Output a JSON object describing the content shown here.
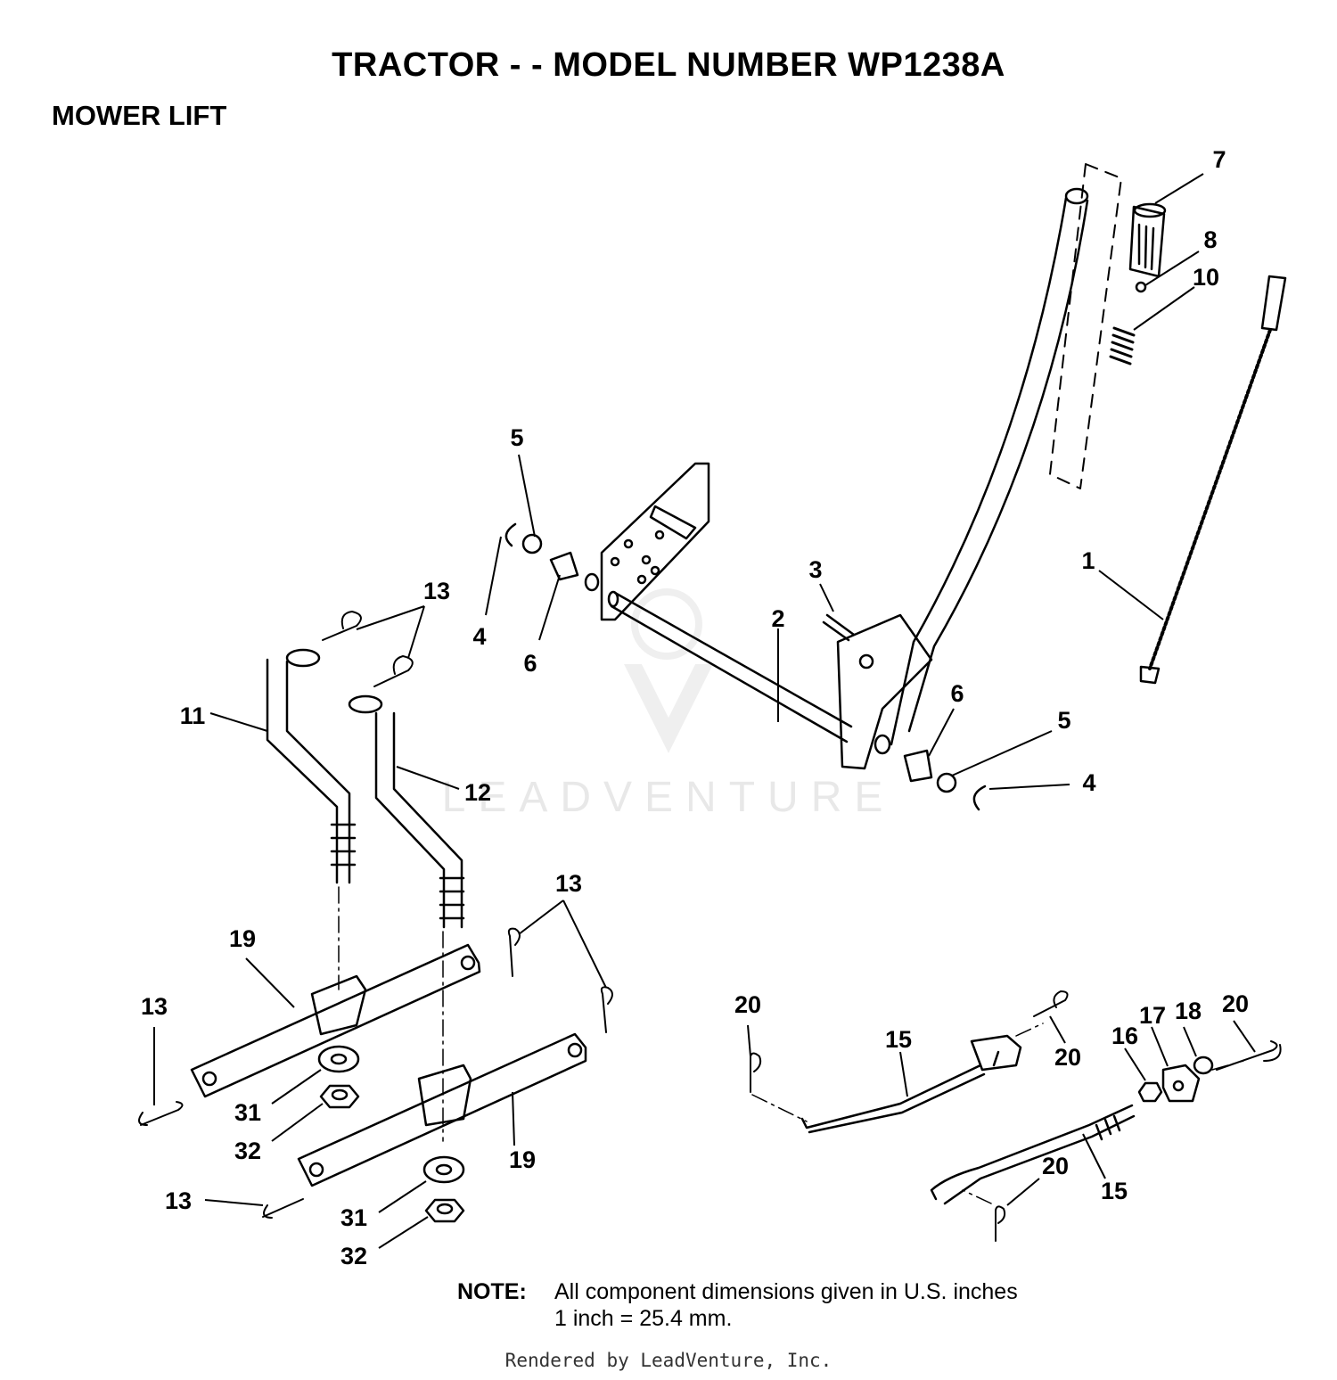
{
  "title": "TRACTOR - - MODEL NUMBER WP1238A",
  "subtitle": "MOWER LIFT",
  "watermark": "LEADVENTURE",
  "callouts": [
    "7",
    "8",
    "10",
    "1",
    "5",
    "4",
    "6",
    "3",
    "2",
    "6",
    "5",
    "4",
    "13",
    "11",
    "12",
    "13",
    "19",
    "13",
    "31",
    "32",
    "19",
    "13",
    "31",
    "32",
    "20",
    "15",
    "20",
    "16",
    "17",
    "18",
    "20",
    "20",
    "15"
  ],
  "note": {
    "label": "NOTE:",
    "line1": "All component dimensions given in U.S. inches",
    "line2": "1 inch = 25.4 mm."
  },
  "footer": "Rendered by LeadVenture, Inc."
}
